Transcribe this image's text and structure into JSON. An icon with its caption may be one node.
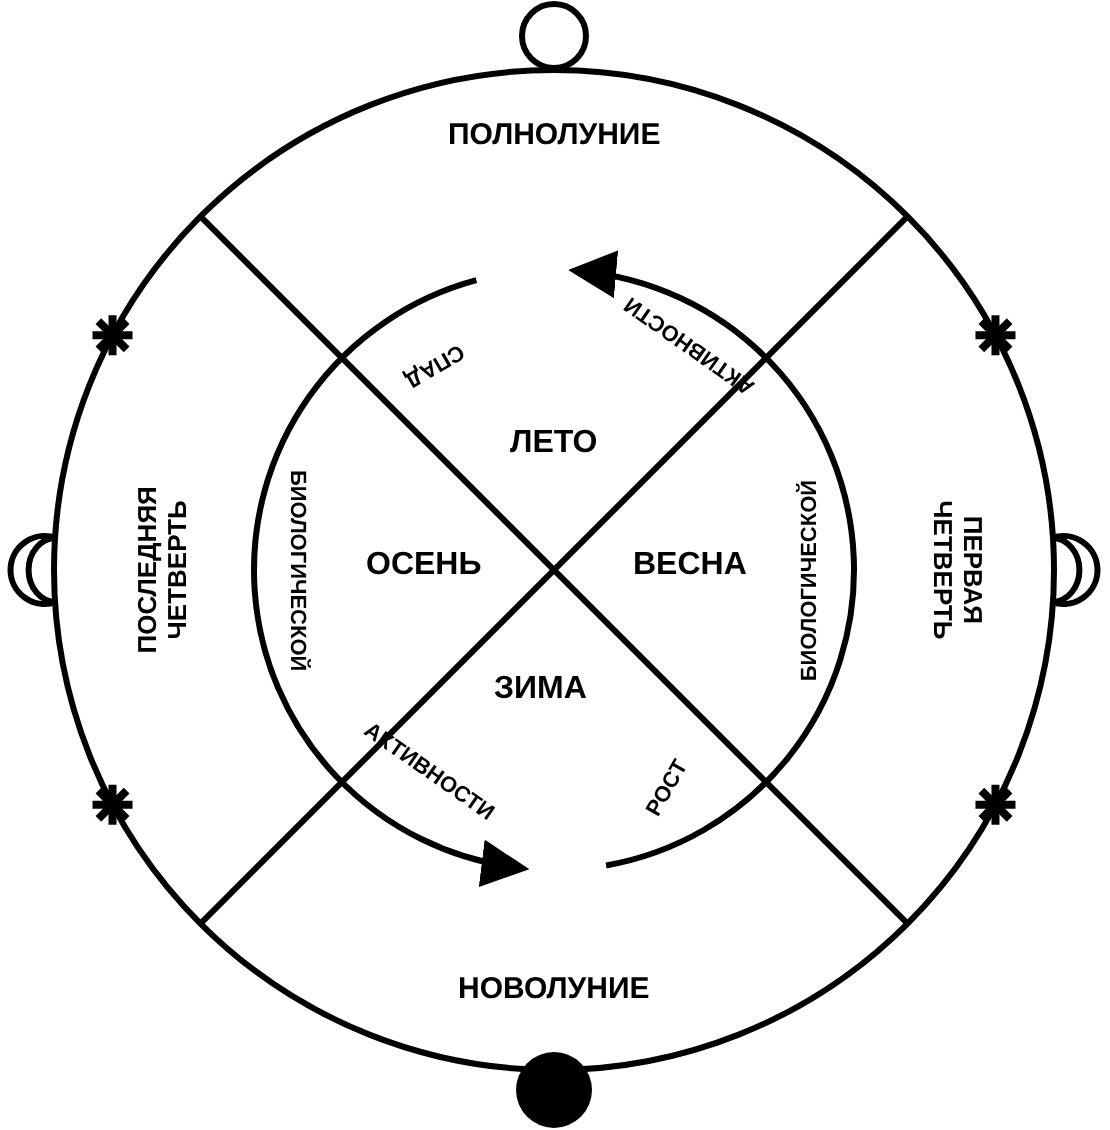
{
  "diagram": {
    "labels": [
      "ПОЛНОЛУНИЕ",
      "СПАД",
      "АКТИВНОСТИ",
      "ЛЕТО",
      "ПОСЛЕДНЯЯ ЧЕТВЕРТЬ",
      "БИОЛОГИЧЕСКОЙ",
      "ОСЕНЬ",
      "ВЕСНА",
      "БИОЛОГИЧЕСКОЙ",
      "ПЕРВАЯ ЧЕТВЕРТЬ",
      "ЗИМА",
      "АКТИВНОСТИ",
      "РОСТ",
      "НОВОЛУНИЕ"
    ]
  }
}
